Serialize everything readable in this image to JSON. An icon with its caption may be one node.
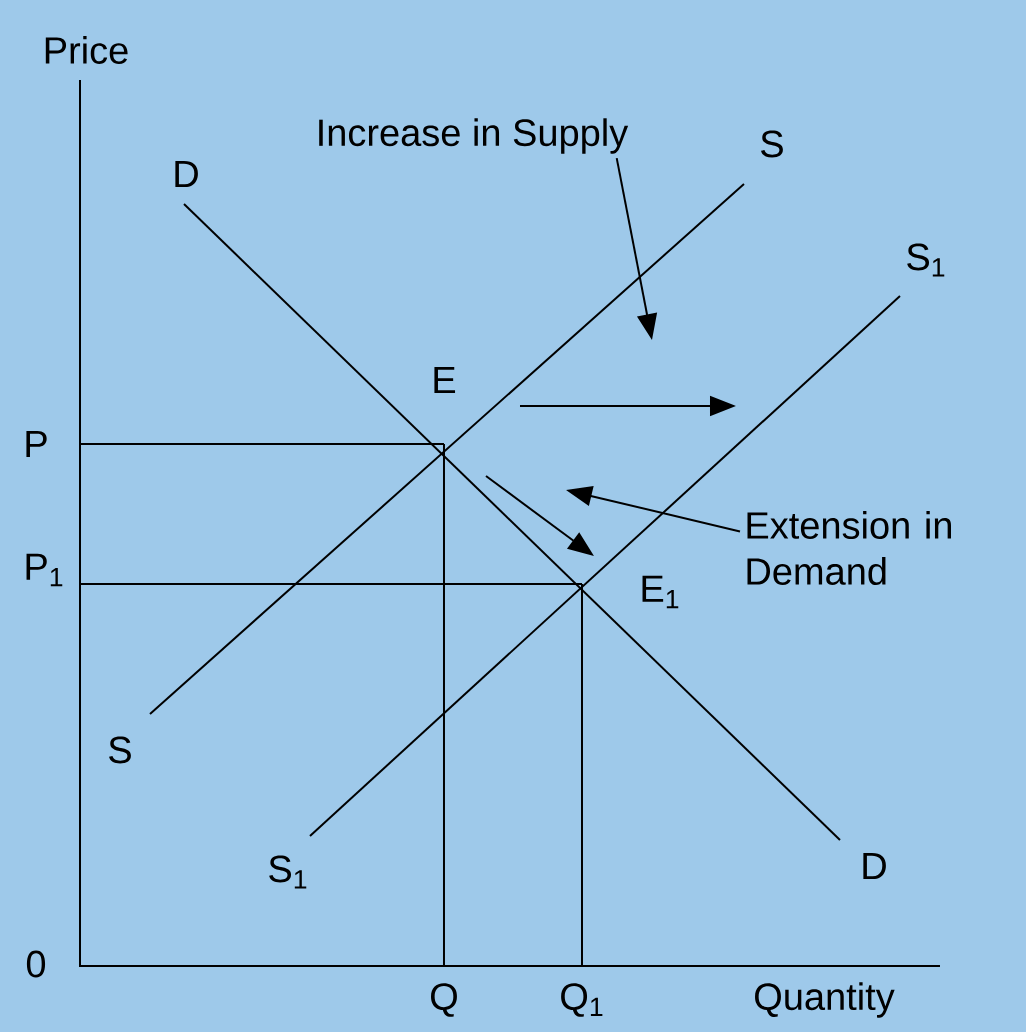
{
  "diagram": {
    "nodes": [
      {
        "text": [
          "Increase in Supply"
        ]
      },
      {
        "text": [
          "Extension in Demand"
        ]
      }
    ],
    "edges": [
      {
        "from": 0,
        "to": null,
        "arrow": "to"
      },
      {
        "from": 1,
        "to": null,
        "arrow": "to"
      }
    ],
    "labels": [
      "Price",
      "D",
      "S",
      "S$_{1}$",
      "E",
      "P",
      "P$_{1}$",
      "E$_{1}$",
      "S",
      "S$_{1}$",
      "D",
      "0",
      "Q",
      "Q$_{1}$",
      "Quantity"
    ]
  }
}
